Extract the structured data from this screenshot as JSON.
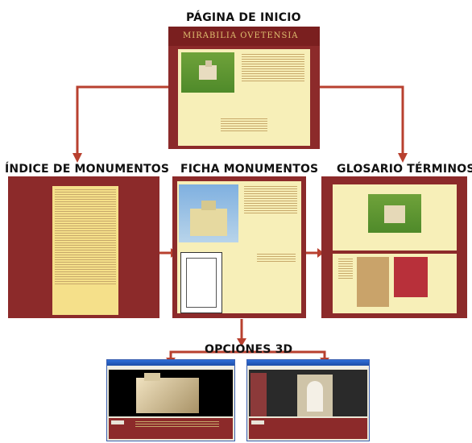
{
  "titles": {
    "home": "PÁGINA DE INICIO",
    "index": "ÍNDICE DE MONUMENTOS",
    "sheet": "FICHA MONUMENTOS",
    "glossary": "GLOSARIO TÉRMINOS",
    "options3d": "OPCIONES 3D"
  },
  "home_banner": "MIRABILIA OVETENSIA",
  "colors": {
    "arrow": "#b8402f",
    "panel": "#8c2a2a",
    "cream": "#f7efb8"
  }
}
